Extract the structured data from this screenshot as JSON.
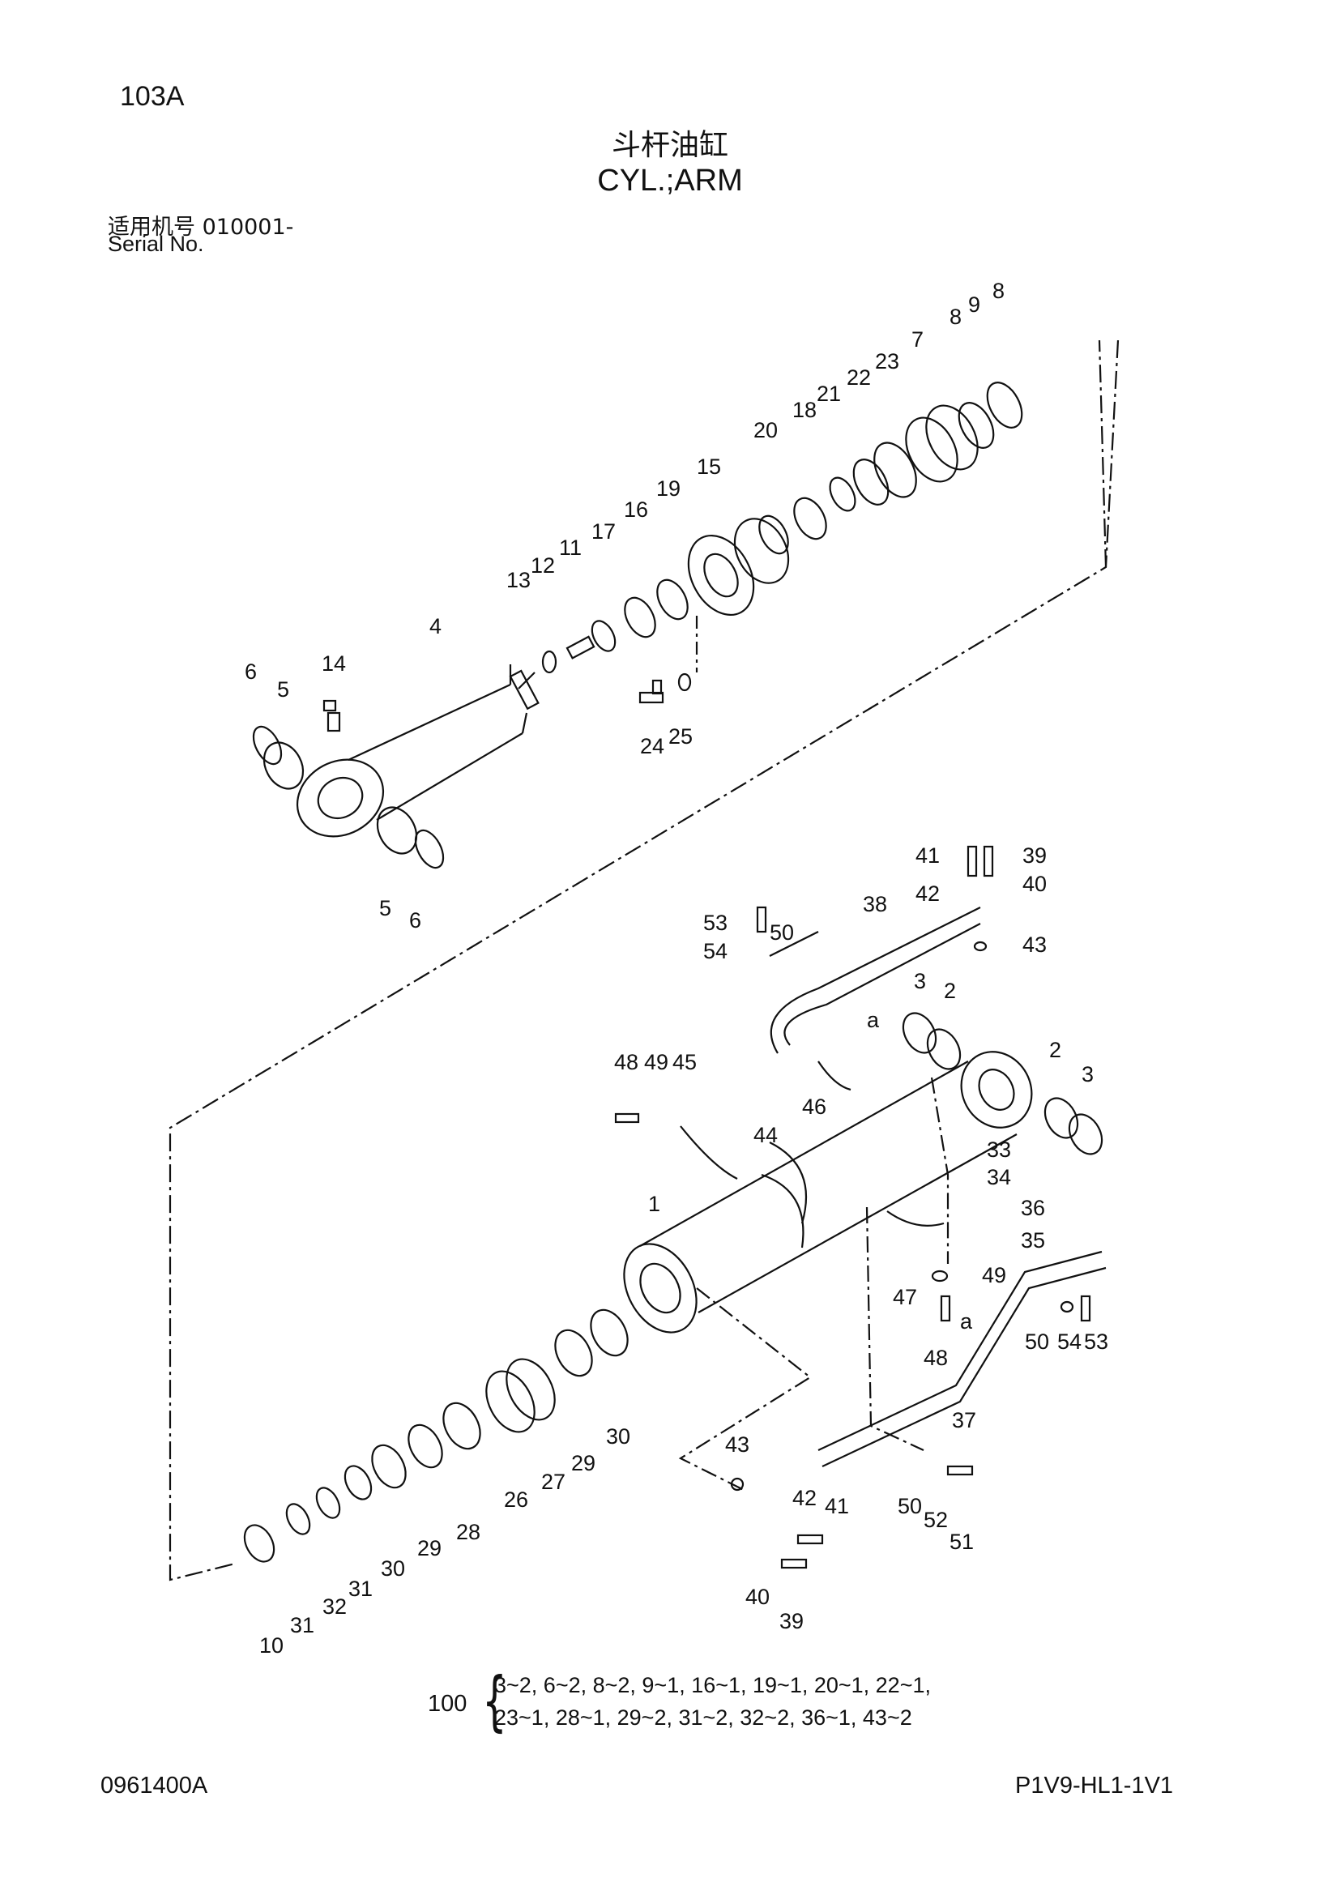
{
  "page_code": "103A",
  "title_cn": "斗杆油缸",
  "title_en": "CYL.;ARM",
  "serial_cn": "适用机号  010001-",
  "serial_en": "Serial No.",
  "kit": {
    "number": "100",
    "line1": "3~2, 6~2, 8~2, 9~1, 16~1, 19~1, 20~1, 22~1,",
    "line2": "23~1, 28~1, 29~2, 31~2, 32~2, 36~1, 43~2"
  },
  "footer": {
    "doc_number": "0961400A",
    "model_code": "P1V9-HL1-1V1"
  },
  "callouts": {
    "upper": [
      "6",
      "5",
      "14",
      "4",
      "13",
      "12",
      "11",
      "17",
      "16",
      "19",
      "15",
      "20",
      "18",
      "21",
      "22",
      "23",
      "7",
      "8",
      "9",
      "8",
      "24",
      "25",
      "5",
      "6"
    ],
    "lower": [
      "41",
      "39",
      "42",
      "40",
      "53",
      "38",
      "54",
      "50",
      "43",
      "3",
      "2",
      "a",
      "2",
      "3",
      "48",
      "49",
      "45",
      "46",
      "44",
      "33",
      "34",
      "36",
      "35",
      "1",
      "47",
      "49",
      "a",
      "48",
      "50",
      "54",
      "53",
      "37",
      "43",
      "42",
      "41",
      "50",
      "52",
      "51",
      "40",
      "39",
      "30",
      "29",
      "27",
      "26",
      "28",
      "29",
      "30",
      "31",
      "32",
      "31",
      "10"
    ]
  }
}
